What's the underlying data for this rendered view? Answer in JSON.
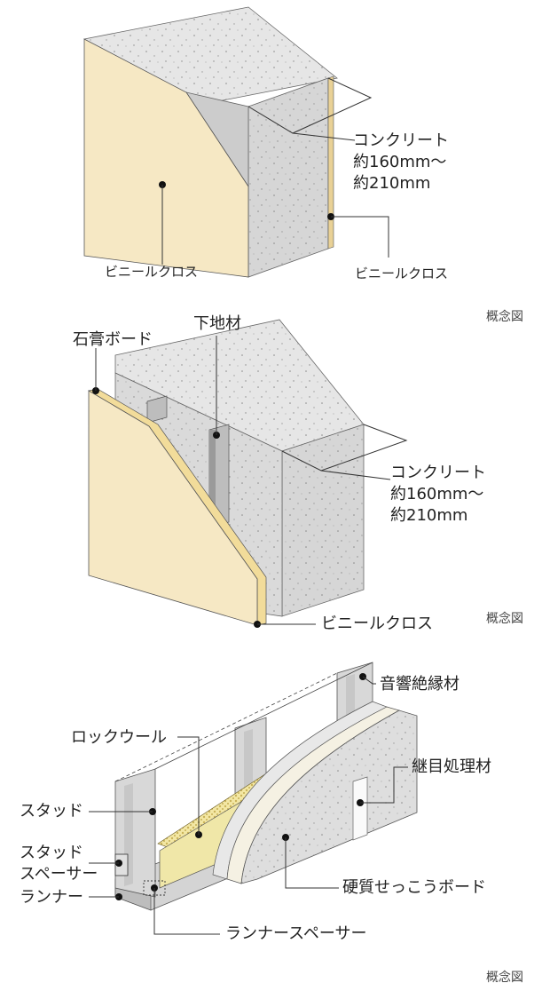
{
  "colors": {
    "concrete": "#d8d8d8",
    "concrete_dark": "#c2c2c2",
    "concrete_top": "#e6e6e6",
    "board_face": "#f6e8c4",
    "board_edge": "#e9d196",
    "gypsum_yellow": "#f0e7a8",
    "steel": "#cfcfcf",
    "line": "#333333"
  },
  "diagram1": {
    "concrete_label_line1": "コンクリート",
    "concrete_label_line2": "約160mm～",
    "concrete_label_line3": "約210mm",
    "vinyl_left": "ビニールクロス",
    "vinyl_right": "ビニールクロス",
    "caption": "概念図"
  },
  "diagram2": {
    "gypsum_board": "石膏ボード",
    "base_material": "下地材",
    "concrete_label_line1": "コンクリート",
    "concrete_label_line2": "約160mm～",
    "concrete_label_line3": "約210mm",
    "vinyl": "ビニールクロス",
    "caption": "概念図"
  },
  "diagram3": {
    "acoustic_insulation": "音響絶縁材",
    "rock_wool": "ロックウール",
    "joint_treatment": "継目処理材",
    "stud": "スタッド",
    "stud_spacer_line1": "スタッド",
    "stud_spacer_line2": "スペーサー",
    "hard_gypsum": "硬質せっこうボード",
    "runner": "ランナー",
    "runner_spacer": "ランナースペーサー",
    "caption": "概念図"
  }
}
